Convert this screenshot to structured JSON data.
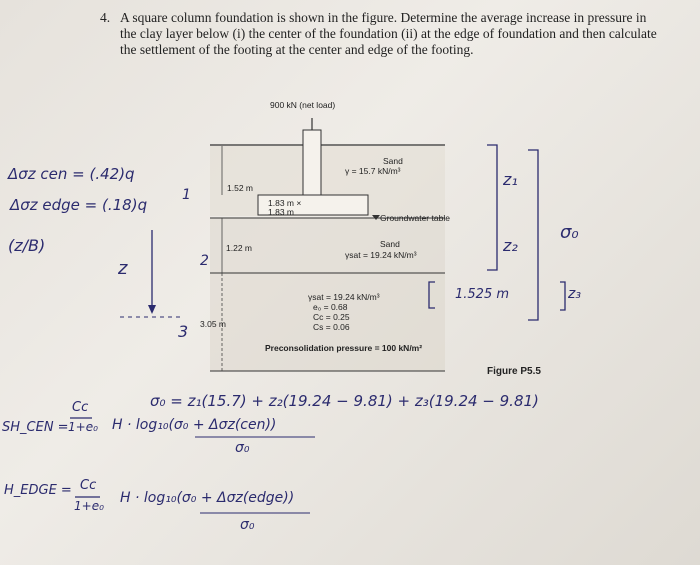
{
  "problem": {
    "number": "4.",
    "text": "A square column foundation is shown in the figure. Determine the average increase in pressure in the clay layer below (i) the center of the foundation (ii) at the edge of foundation and then calculate the settlement of the footing at the center and edge of the footing."
  },
  "figure": {
    "load": "900 kN (net load)",
    "depth1": "1.52 m",
    "footing_a": "1.83 m ×",
    "footing_b": "1.83 m",
    "gw": "Groundwater table",
    "sand1_name": "Sand",
    "sand1_gamma": "γ = 15.7 kN/m³",
    "depth2": "1.22 m",
    "sand2_name": "Sand",
    "sand2_gamma": "γsat = 19.24 kN/m³",
    "clay_gamma": "γsat = 19.24 kN/m³",
    "clay_e": "e₀ = 0.68",
    "clay_cc": "Cc = 0.25",
    "clay_cs": "Cs = 0.06",
    "depth3": "3.05 m",
    "precon": "Preconsolidation pressure = 100 kN/m²",
    "caption": "Figure P5.5"
  },
  "handwriting": {
    "dz_cen": "Δσz cen = (.42)q",
    "dz_edge": "Δσz edge = (.18)q",
    "frac": "(z/B)",
    "z_label": "z",
    "n1": "1",
    "n2": "2",
    "n3": "3",
    "z1": "z₁",
    "z2": "z₂",
    "z3": "z₃",
    "sigma0": "σ₀",
    "len": "1.525 m",
    "eq1": "σ₀ = z₁(15.7) + z₂(19.24 − 9.81) + z₃(19.24 − 9.81)",
    "h_cen_lhs": "SH_CEN =",
    "h_cen_frac_top": "Cc",
    "h_cen_frac_bot": "1+e₀",
    "h_cen_rhs": "H · log₁₀(σ₀ + Δσz(cen))",
    "h_cen_den": "σ₀",
    "h_edge_lhs": "H_EDGE =",
    "h_edge_frac_top": "Cc",
    "h_edge_frac_bot": "1+e₀",
    "h_edge_rhs": "H · log₁₀(σ₀ + Δσz(edge))",
    "h_edge_den": "σ₀"
  }
}
